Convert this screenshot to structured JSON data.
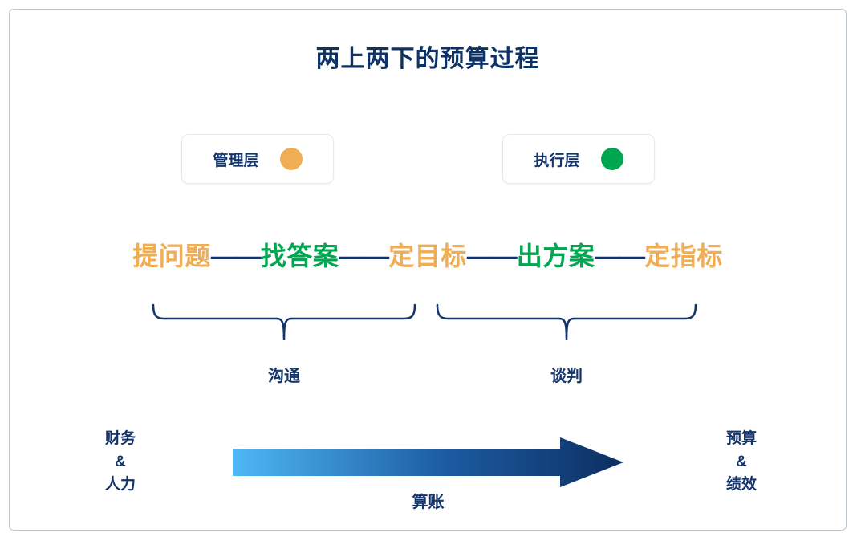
{
  "slide": {
    "title": "两上两下的预算过程",
    "border_color": "#bcc8ce",
    "background": "#ffffff"
  },
  "colors": {
    "navy": "#14356b",
    "title_navy": "#0f3264",
    "orange": "#f0ae54",
    "green": "#00a650",
    "arrow_start": "#4fb8f5",
    "arrow_end": "#0d2f63",
    "card_border": "#e6eaee"
  },
  "legend": [
    {
      "label": "管理层",
      "dot_color": "#f0ae54",
      "dot_name": "orange-dot"
    },
    {
      "label": "执行层",
      "dot_color": "#00a650",
      "dot_name": "green-dot"
    }
  ],
  "process": {
    "separator": "——",
    "steps": [
      {
        "text": "提问题",
        "color": "#f0ae54",
        "level": "管理层"
      },
      {
        "text": "找答案",
        "color": "#00a650",
        "level": "执行层"
      },
      {
        "text": "定目标",
        "color": "#f0ae54",
        "level": "管理层"
      },
      {
        "text": "出方案",
        "color": "#00a650",
        "level": "执行层"
      },
      {
        "text": "定指标",
        "color": "#f0ae54",
        "level": "管理层"
      }
    ]
  },
  "braces": [
    {
      "label": "沟通",
      "covers": "提问题——找答案——定目标"
    },
    {
      "label": "谈判",
      "covers": "定目标——出方案——定指标"
    }
  ],
  "bottom": {
    "left_label": {
      "line1": "财务",
      "line2": "&",
      "line3": "人力"
    },
    "right_label": {
      "line1": "预算",
      "line2": "&",
      "line3": "绩效"
    },
    "arrow_label": "算账",
    "arrow_direction": "right"
  }
}
